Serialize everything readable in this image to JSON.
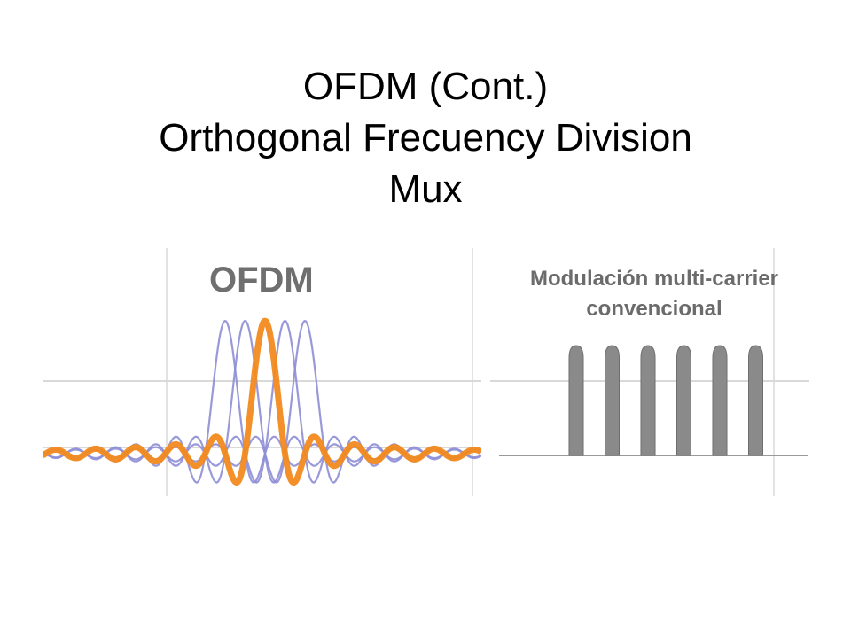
{
  "title": {
    "line1": "OFDM (Cont.)",
    "line2": "Orthogonal Frecuency Division",
    "line3": "Mux"
  },
  "figure": {
    "left_panel": {
      "label": "OFDM",
      "subcarriers": 5,
      "highlight_color": "#f28a1e",
      "carrier_color": "#8e8ed6"
    },
    "right_panel": {
      "label_line1": "Modulación multi-carrier",
      "label_line2": "convencional",
      "carriers": 6,
      "carrier_color": "#8a8a8a"
    },
    "background_text_color": "#d9d9d9"
  }
}
